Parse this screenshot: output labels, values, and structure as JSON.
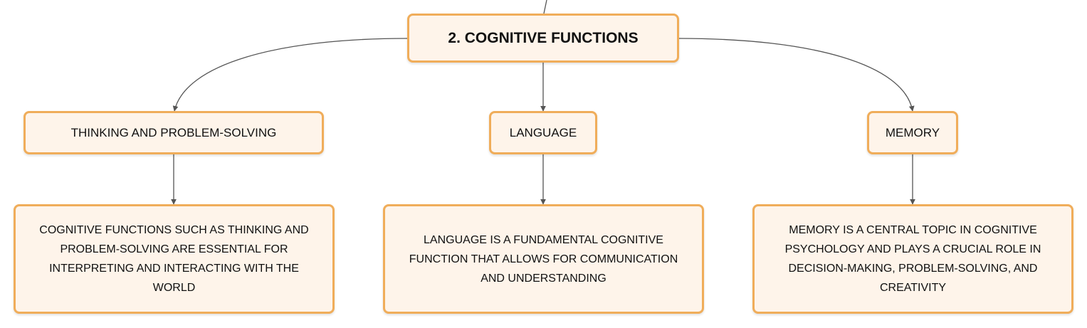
{
  "diagram": {
    "root": {
      "label": "2. COGNITIVE FUNCTIONS"
    },
    "branches": [
      {
        "label": "THINKING AND PROBLEM-SOLVING",
        "detail": "COGNITIVE FUNCTIONS SUCH AS THINKING AND PROBLEM-SOLVING ARE ESSENTIAL FOR INTERPRETING AND INTERACTING WITH THE WORLD"
      },
      {
        "label": "LANGUAGE",
        "detail": "LANGUAGE IS A FUNDAMENTAL COGNITIVE FUNCTION THAT ALLOWS FOR COMMUNICATION AND UNDERSTANDING"
      },
      {
        "label": "MEMORY",
        "detail": "MEMORY IS A CENTRAL TOPIC IN COGNITIVE PSYCHOLOGY AND PLAYS A CRUCIAL ROLE IN DECISION-MAKING, PROBLEM-SOLVING, AND CREATIVITY"
      }
    ],
    "colors": {
      "node_fill": "#fef4ea",
      "node_border": "#f0ad5a",
      "connector": "#555555",
      "text": "#111111"
    }
  }
}
